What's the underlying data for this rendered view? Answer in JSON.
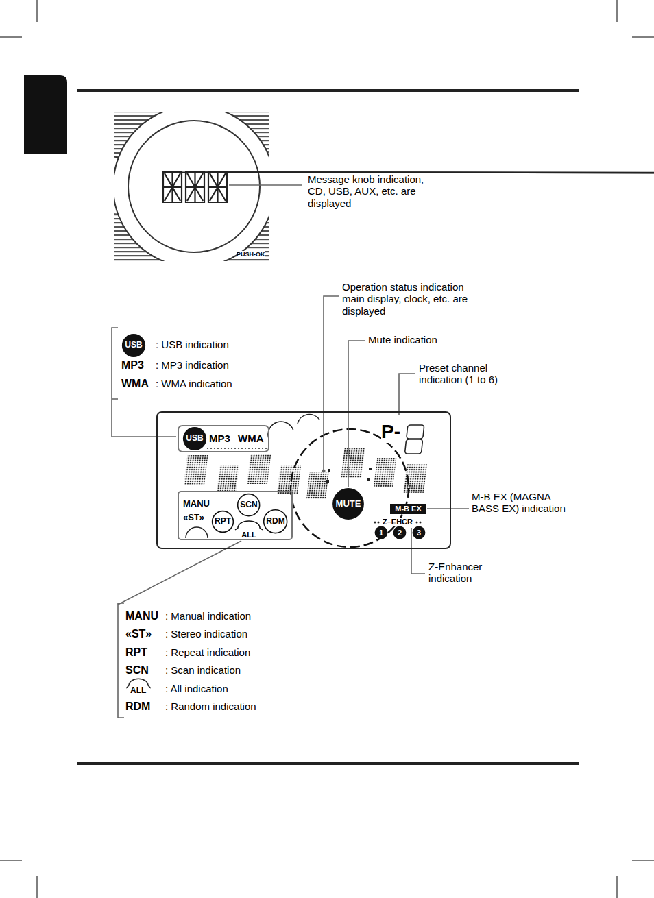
{
  "diagram": {
    "nodes": [
      {
        "text": [
          "P-"
        ]
      },
      {
        "text": [
          "MP3",
          "WMA"
        ],
        "in": 0
      },
      {
        "text": [
          "USB"
        ],
        "in": 1
      },
      {
        "text": [
          "MANU",
          "«ST»"
        ],
        "in": 0
      },
      {
        "text": [
          "SCN"
        ],
        "in": 3
      },
      {
        "text": [
          "RPT"
        ],
        "in": 3
      },
      {
        "text": [
          "RDM"
        ],
        "in": 3
      },
      {
        "text": [
          "ALL"
        ],
        "in": 3
      },
      {
        "text": [
          "MUTE"
        ],
        "in": 0
      },
      {
        "text": [
          "M-B EX"
        ],
        "in": 0
      },
      {
        "text": [
          "1"
        ],
        "in": 0
      },
      {
        "text": [
          "2"
        ],
        "in": 0
      },
      {
        "text": [
          "3"
        ],
        "in": 0
      },
      {
        "text": [
          "USB"
        ]
      }
    ],
    "labels": [
      "Message knob indication, CD, USB, AUX, etc. are displayed",
      "PUSH-OK",
      "Operation status indication main display, clock, etc. are displayed",
      "Mute indication",
      "Preset channel indication (1 to 6)",
      ": USB indication",
      "MP3",
      ": MP3 indication",
      "WMA",
      ": WMA indication",
      "Z–EHCR",
      "M-B EX (MAGNA BASS EX) indication",
      "Z-Enhancer indication",
      "MANU",
      ": Manual indication",
      "«ST»",
      ": Stereo indication",
      "RPT",
      ": Repeat indication",
      "SCN",
      ": Scan indication",
      "ALL",
      ": All indication",
      "RDM",
      ": Random indication"
    ]
  }
}
